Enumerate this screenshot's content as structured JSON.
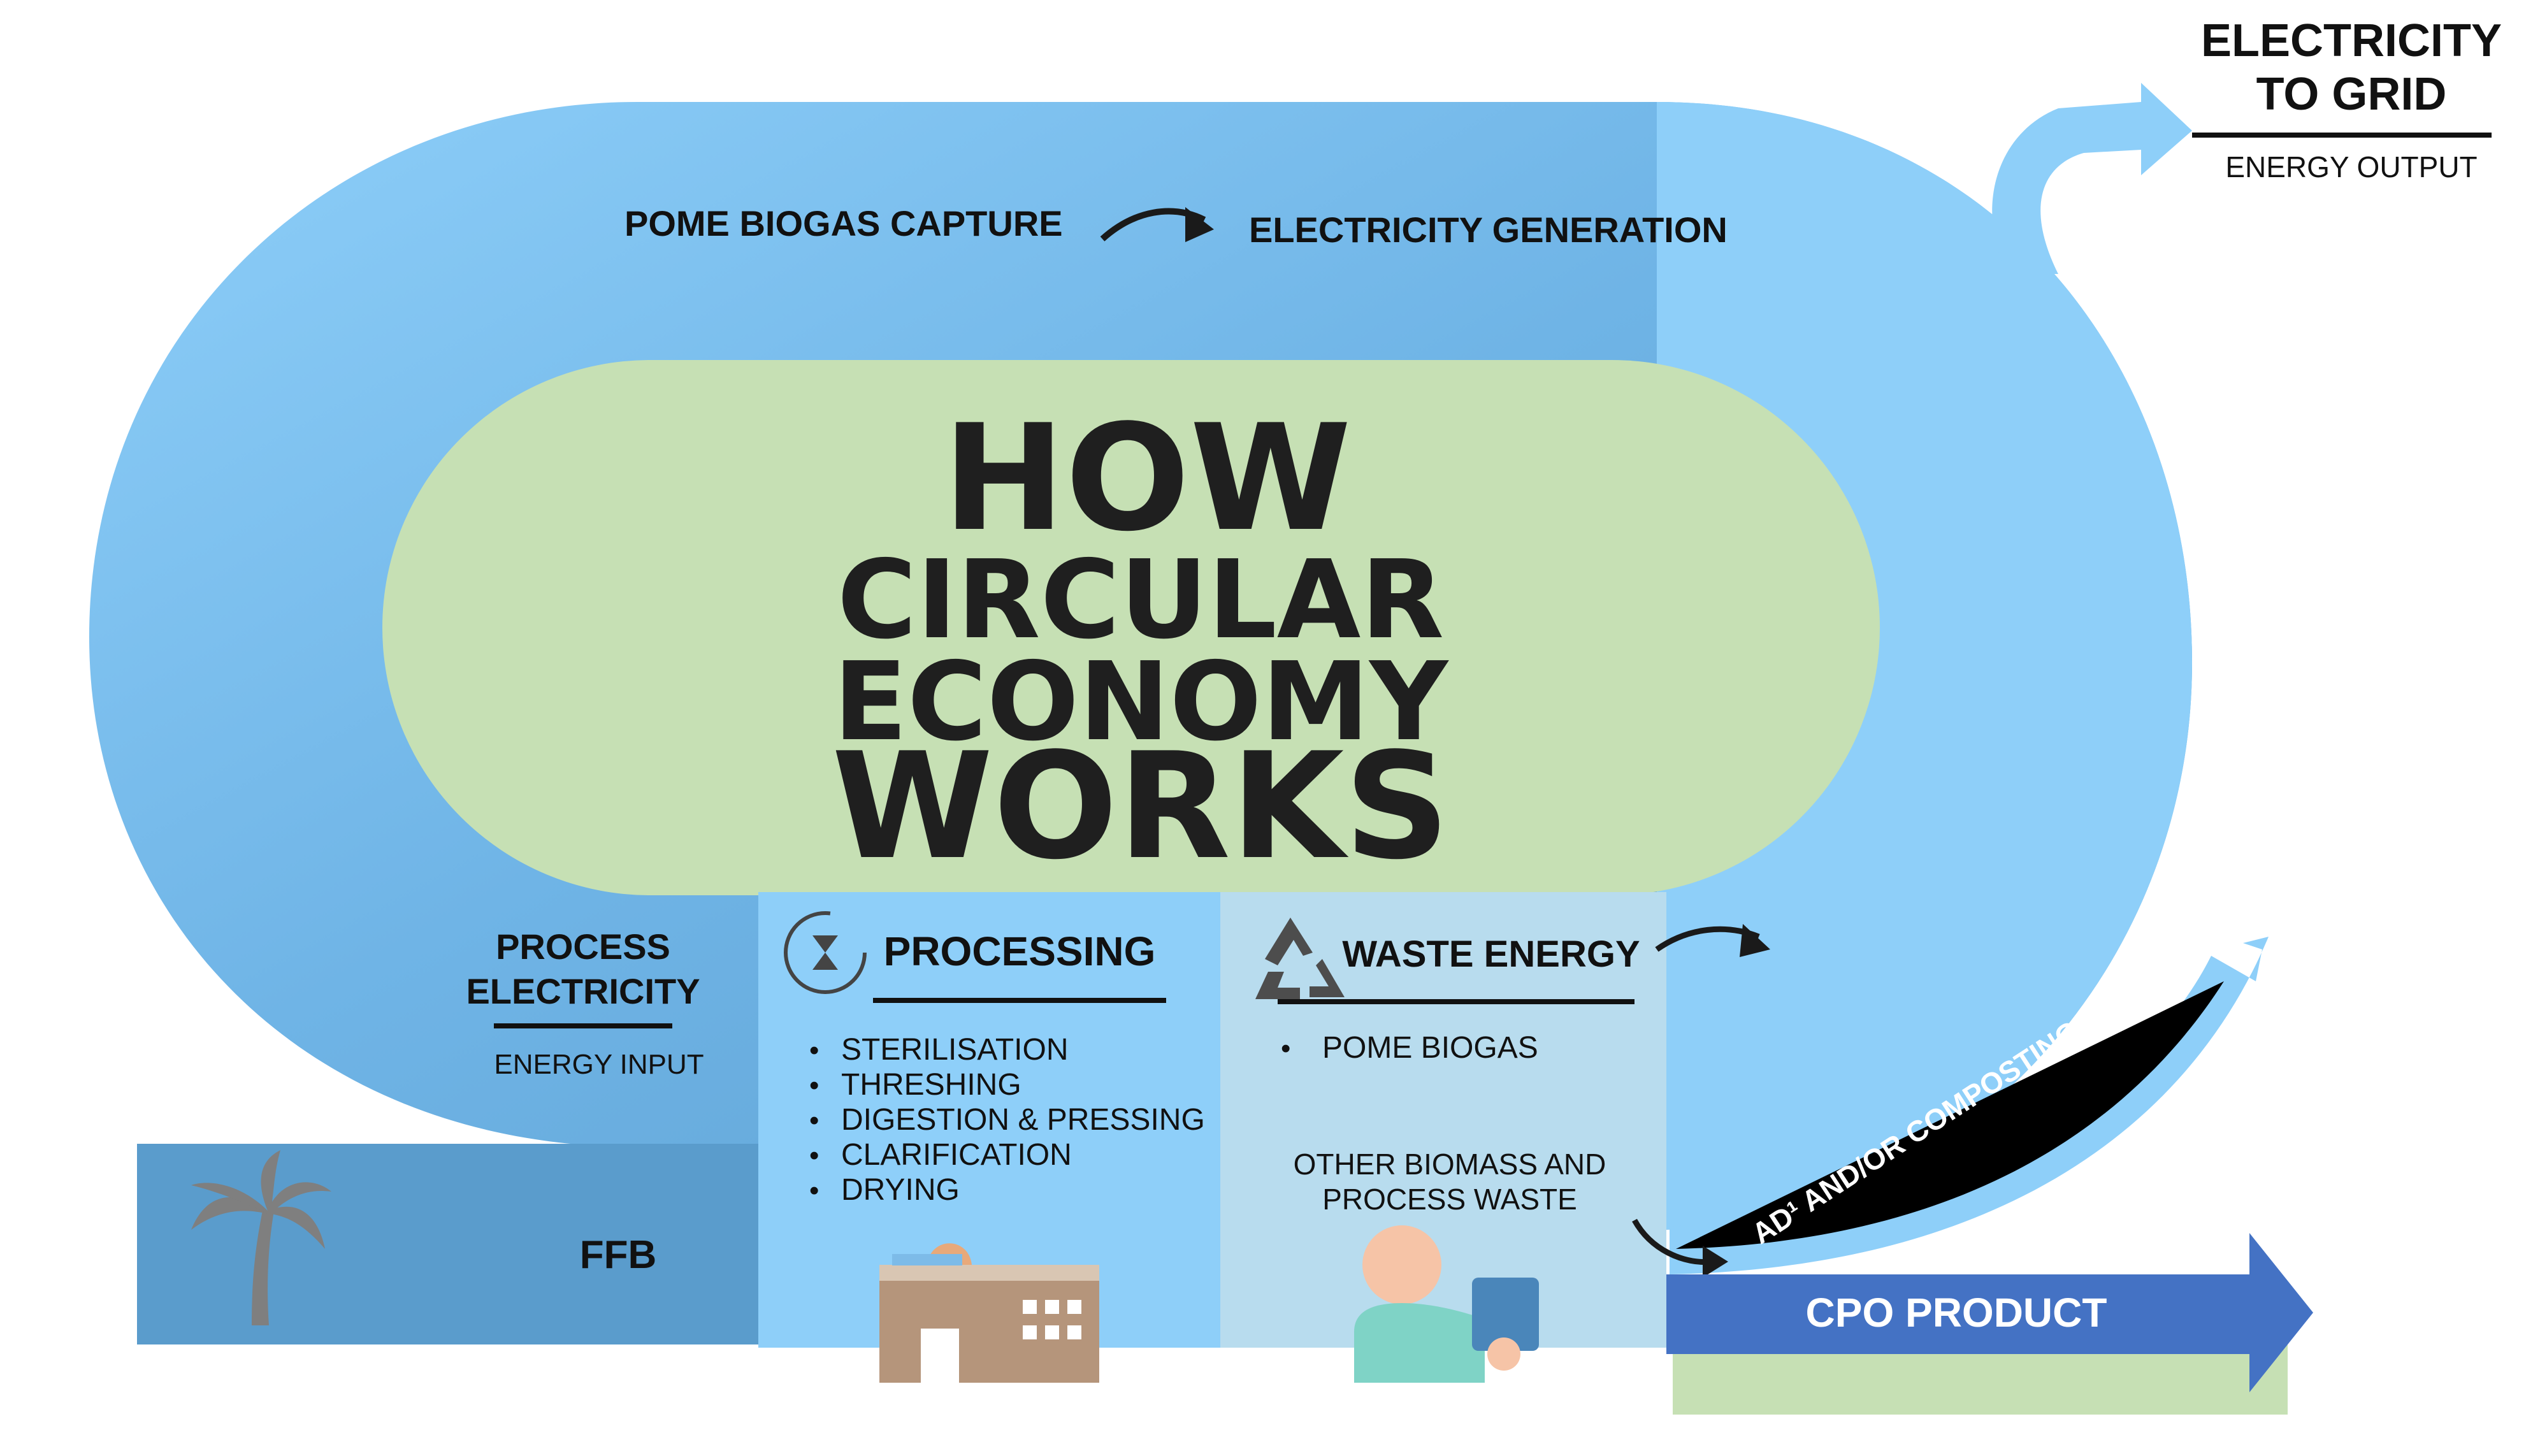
{
  "title": {
    "line1": "HOW",
    "line2": "CIRCULAR",
    "line3": "ECONOMY",
    "line4": "WORKS"
  },
  "top_loop": {
    "step1": "POME BIOGAS CAPTURE",
    "step2": "ELECTRICITY GENERATION"
  },
  "output": {
    "line1": "ELECTRICITY",
    "line2": "TO GRID",
    "sub": "ENERGY OUTPUT"
  },
  "input_column": {
    "line1": "PROCESS",
    "line2": "ELECTRICITY",
    "sub": "ENERGY INPUT",
    "ffb_label": "FFB"
  },
  "processing": {
    "heading": "PROCESSING",
    "steps": [
      "STERILISATION",
      "THRESHING",
      "DIGESTION & PRESSING",
      "CLARIFICATION",
      "DRYING"
    ]
  },
  "waste": {
    "heading": "WASTE ENERGY",
    "items": [
      "POME BIOGAS"
    ],
    "other_line1": "OTHER BIOMASS AND",
    "other_line2": "PROCESS WASTE"
  },
  "composting_label": "AD¹ AND/OR COMPOSTING",
  "product_label": "CPO PRODUCT",
  "colors": {
    "loop_light": "#8ecff9",
    "loop_dark": "#5a9ccc",
    "center_green": "#c6e0b4",
    "processing_bg": "#8ecff9",
    "waste_bg": "#b8dcee",
    "product_arrow": "#4472c4",
    "product_base": "#c6e0b4",
    "text": "#111111"
  },
  "icons": {
    "palm": "palm-tree-icon",
    "timer": "hourglass-timer-icon",
    "recycle": "recycle-icon",
    "factory": "factory-icon",
    "worker": "worker-icon"
  }
}
